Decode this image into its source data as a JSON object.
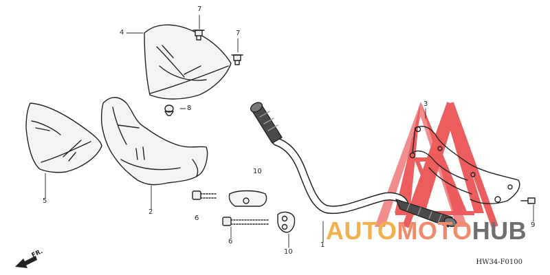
{
  "diagram": {
    "drawing_code": "HW34-F0100",
    "front_marker": "FR.",
    "callouts": [
      {
        "id": "c7a",
        "text": "7"
      },
      {
        "id": "c4",
        "text": "4"
      },
      {
        "id": "c7b",
        "text": "7"
      },
      {
        "id": "c8",
        "text": "8"
      },
      {
        "id": "c3",
        "text": "3"
      },
      {
        "id": "c10a",
        "text": "10"
      },
      {
        "id": "c5a",
        "text": "5"
      },
      {
        "id": "c2",
        "text": "2"
      },
      {
        "id": "c6a",
        "text": "6"
      },
      {
        "id": "c6b",
        "text": "6"
      },
      {
        "id": "c10b",
        "text": "10"
      },
      {
        "id": "c1",
        "text": "1"
      },
      {
        "id": "c9",
        "text": "9"
      }
    ]
  },
  "watermark": {
    "part1": "AUTO",
    "part2": "MOTO",
    "part3": "HUB",
    "colors": {
      "part1": "#f3b04b",
      "part2": "#f08a6a",
      "part3": "#6f6f6f",
      "triangle": "#e34b4b"
    }
  }
}
